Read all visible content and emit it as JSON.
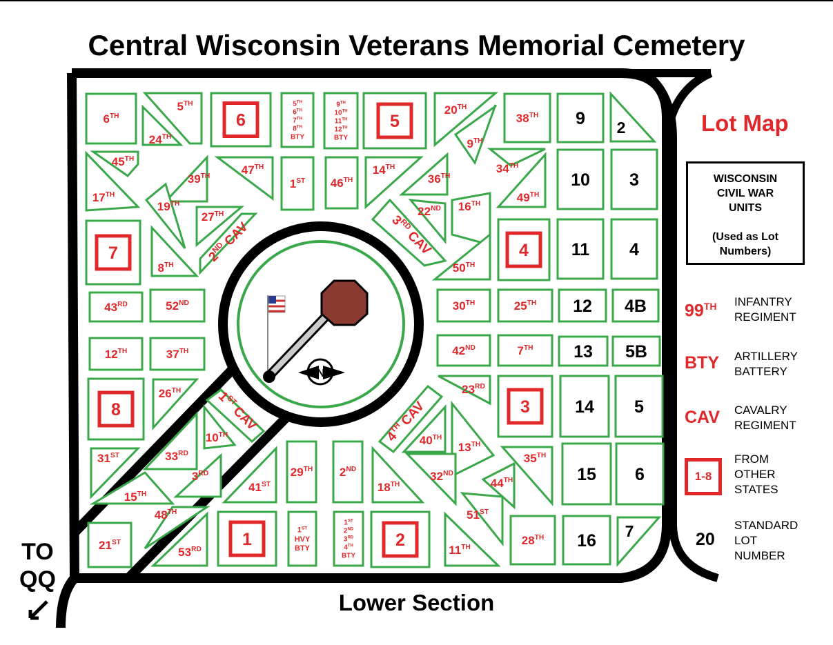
{
  "title": "Central Wisconsin Veterans Memorial Cemetery",
  "footer": "Lower Section",
  "direction": {
    "line1": "TO",
    "line2": "QQ",
    "icon": "arrow-down-left-icon"
  },
  "map_title": "Lot Map",
  "info_box": {
    "lines": [
      "WISCONSIN",
      "CIVIL WAR",
      "UNITS",
      "",
      "(Used as Lot",
      "Numbers)"
    ]
  },
  "legend": [
    {
      "key": "99TH",
      "desc1": "INFANTRY",
      "desc2": "REGIMENT"
    },
    {
      "key": "BTY",
      "desc1": "ARTILLERY",
      "desc2": "BATTERY"
    },
    {
      "key": "CAV",
      "desc1": "CAVALRY",
      "desc2": "REGIMENT"
    },
    {
      "key": "1-8",
      "desc1": "FROM",
      "desc2": "OTHER",
      "desc3": "STATES"
    },
    {
      "key": "20",
      "desc1": "STANDARD",
      "desc2": "LOT",
      "desc3": "NUMBER"
    }
  ],
  "colors": {
    "lot_border": "#3aa84a",
    "red": "#e0282a",
    "road": "#000000",
    "octagon": "#8b3a32"
  },
  "lots": {
    "l6th": "6TH",
    "l5th": "5TH",
    "l24th": "24TH",
    "l6box": "6",
    "lbtyA": [
      "5TH",
      "6TH",
      "7TH",
      "8TH",
      "BTY"
    ],
    "lbtyB": [
      "9TH",
      "10TH",
      "11TH",
      "12TH",
      "BTY"
    ],
    "l5box": "5",
    "l20th": "20TH",
    "l9th": "9TH",
    "l38th": "38TH",
    "s9": "9",
    "s2": "2",
    "l45th": "45TH",
    "l17th": "17TH",
    "l39th": "39TH",
    "l47th": "47TH",
    "l1st": "1ST",
    "l46th": "46TH",
    "l14th": "14TH",
    "l36th": "36TH",
    "l34th": "34TH",
    "l49th": "49TH",
    "s10": "10",
    "s3": "3",
    "l19th": "19TH",
    "l27th": "27TH",
    "l2cav": "2ND CAV",
    "l22nd": "22ND",
    "l3cav": "3RD CAV",
    "l16th": "16TH",
    "l7box": "7",
    "l8th": "8TH",
    "l4box": "4",
    "s11": "11",
    "s4": "4",
    "l50th": "50TH",
    "l43rd": "43RD",
    "l52nd": "52ND",
    "l30th": "30TH",
    "l25th": "25TH",
    "s12": "12",
    "s4b": "4B",
    "l12th": "12TH",
    "l37th": "37TH",
    "l42nd": "42ND",
    "l7th": "7TH",
    "s13": "13",
    "s5b": "5B",
    "l8box": "8",
    "l26th": "26TH",
    "l1cav": "1ST CAV",
    "l10th": "10TH",
    "l23rd": "23RD",
    "l3box": "3",
    "s14": "14",
    "s5": "5",
    "l4cav": "4TH CAV",
    "l40th": "40TH",
    "l13th": "13TH",
    "l31st": "31ST",
    "l33rd": "33RD",
    "l3rd": "3RD",
    "l41st": "41ST",
    "l29th": "29TH",
    "l2nd": "2ND",
    "l18th": "18TH",
    "l32nd": "32ND",
    "l35th": "35TH",
    "l44th": "44TH",
    "s15": "15",
    "s6": "6",
    "l15th": "15TH",
    "l48th": "48TH",
    "l51st": "51ST",
    "l21st": "21ST",
    "l53rd": "53RD",
    "l1box": "1",
    "lhvy": [
      "1ST",
      "HVY",
      "BTY"
    ],
    "lbty4": [
      "1ST",
      "2ND",
      "3RD",
      "4TH",
      "BTY"
    ],
    "l2box": "2",
    "l11th": "11TH",
    "l28th": "28TH",
    "s16": "16",
    "s7": "7"
  }
}
